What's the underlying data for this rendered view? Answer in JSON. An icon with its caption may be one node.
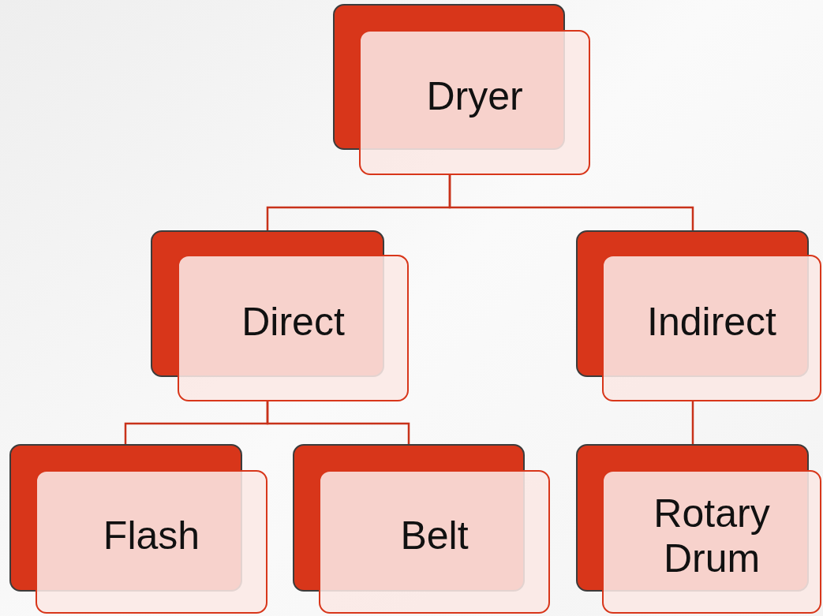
{
  "diagram": {
    "nodes": [
      {
        "text": [
          "Dryer"
        ]
      },
      {
        "text": [
          "Direct"
        ]
      },
      {
        "text": [
          "Indirect"
        ]
      },
      {
        "text": [
          "Flash"
        ]
      },
      {
        "text": [
          "Belt"
        ]
      },
      {
        "text": [
          "Rotary Drum"
        ]
      }
    ],
    "edges": [
      {
        "from": 0,
        "to": 1,
        "arrow": "none"
      },
      {
        "from": 0,
        "to": 2,
        "arrow": "none"
      },
      {
        "from": 1,
        "to": 3,
        "arrow": "none"
      },
      {
        "from": 1,
        "to": 4,
        "arrow": "none"
      },
      {
        "from": 2,
        "to": 5,
        "arrow": "none"
      }
    ]
  }
}
